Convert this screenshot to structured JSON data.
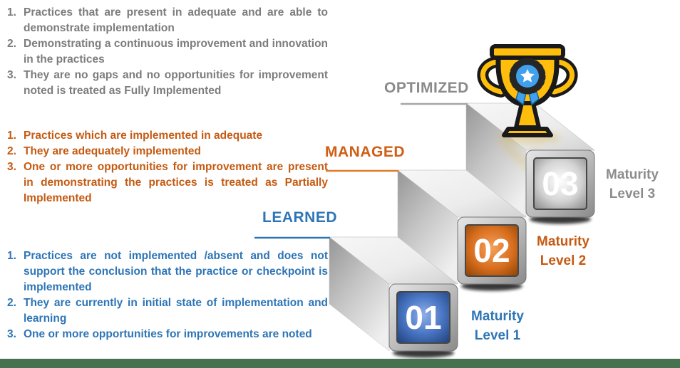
{
  "title": "Maturity levels staircase infographic",
  "colors": {
    "gray_text": "#7c7c7c",
    "orange_text": "#c55a11",
    "blue_text": "#2e75b6",
    "block_blue": "#3a66b0",
    "block_orange": "#d96b1c",
    "block_silver": "#c2c2c2",
    "trophy_gold": "#ffbe0b",
    "badge_blue": "#41a0ec",
    "bottom_bar_green": "#477250"
  },
  "level_lists": {
    "optimized": {
      "items": [
        "Practices that are present in adequate and are able to demonstrate implementation",
        "Demonstrating a continuous improvement and innovation in the practices",
        "They are no gaps and no opportunities for improvement noted is treated as Fully Implemented"
      ]
    },
    "managed": {
      "items": [
        "Practices which are implemented in adequate",
        "They are adequately implemented",
        "One or more opportunities for improvement are present in demonstrating the practices is treated as Partially Implemented"
      ]
    },
    "learned": {
      "items": [
        "Practices are not implemented /absent and does not support the conclusion that the practice or checkpoint is implemented",
        "They are currently in initial state of implementation and learning",
        "One or more opportunities for improvements are noted"
      ]
    }
  },
  "stairs": {
    "labels": {
      "optimized": "OPTIMIZED",
      "managed": "MANAGED",
      "learned": "LEARNED"
    },
    "steps": [
      {
        "number": "01",
        "maturity_label": "Maturity Level 1"
      },
      {
        "number": "02",
        "maturity_label": "Maturity Level 2"
      },
      {
        "number": "03",
        "maturity_label": "Maturity Level 3"
      }
    ]
  },
  "icons": {
    "trophy": "trophy-award-icon"
  }
}
